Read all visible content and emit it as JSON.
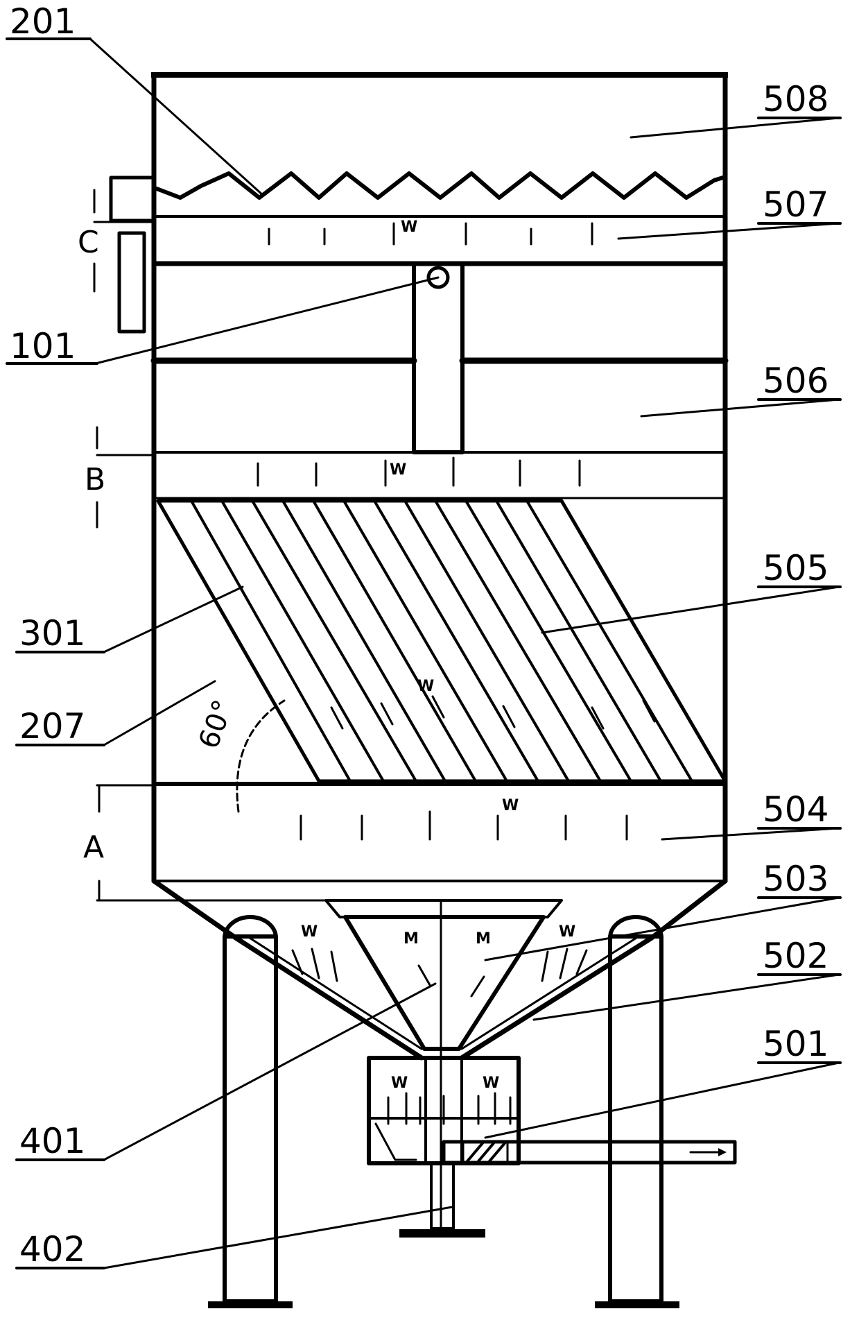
{
  "reference_labels": {
    "l201": "201",
    "l508": "508",
    "l507": "507",
    "l101": "101",
    "l506": "506",
    "l505": "505",
    "l301": "301",
    "l207": "207",
    "l504": "504",
    "l503": "503",
    "l502": "502",
    "l501": "501",
    "l401": "401",
    "l402": "402"
  },
  "dimension_labels": {
    "a": "A",
    "b": "B",
    "c": "C"
  },
  "angle_label": "60°",
  "flow_marks": {
    "water": "W",
    "mud": "M"
  }
}
